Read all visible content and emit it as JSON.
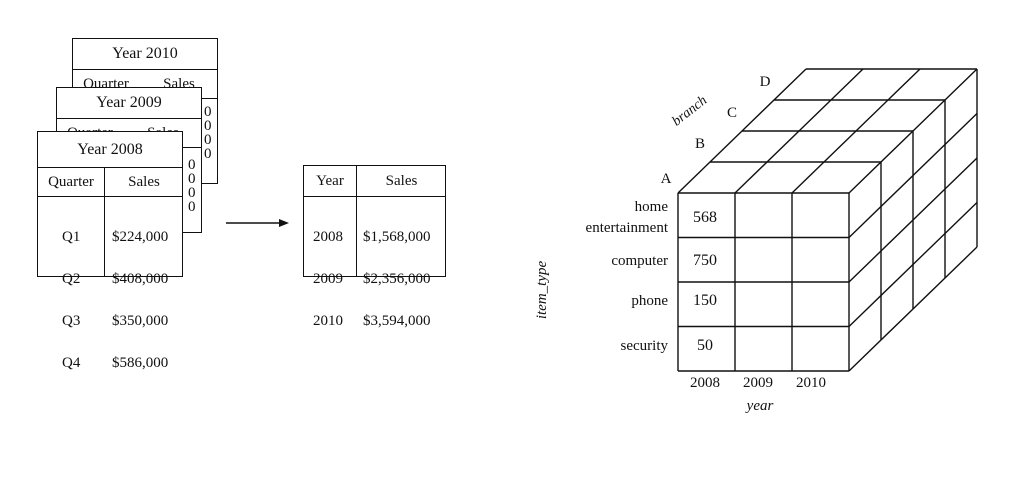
{
  "tables": {
    "t2010": {
      "title": "Year 2010",
      "headers": [
        "Quarter",
        "Sales"
      ],
      "peek": [
        "0",
        "0",
        "0",
        "0"
      ]
    },
    "t2009": {
      "title": "Year 2009",
      "headers": [
        "Quarter",
        "Sales"
      ],
      "peek": [
        "0",
        "0",
        "0",
        "0"
      ]
    },
    "t2008": {
      "title": "Year 2008",
      "headers": [
        "Quarter",
        "Sales"
      ],
      "quarters": [
        "Q1",
        "Q2",
        "Q3",
        "Q4"
      ],
      "sales": [
        "$224,000",
        "$408,000",
        "$350,000",
        "$586,000"
      ]
    }
  },
  "summary": {
    "headers": [
      "Year",
      "Sales"
    ],
    "years": [
      "2008",
      "2009",
      "2010"
    ],
    "sales": [
      "$1,568,000",
      "$2,356,000",
      "$3,594,000"
    ]
  },
  "cube": {
    "branch_label": "branch",
    "branches": [
      "A",
      "B",
      "C",
      "D"
    ],
    "item_type_label": "item_type",
    "item_types": [
      {
        "line1": "home",
        "line2": "entertainment"
      },
      {
        "line1": "computer",
        "line2": ""
      },
      {
        "line1": "phone",
        "line2": ""
      },
      {
        "line1": "security",
        "line2": ""
      }
    ],
    "values_2008": [
      "568",
      "750",
      "150",
      "50"
    ],
    "year_label": "year",
    "years": [
      "2008",
      "2009",
      "2010"
    ]
  }
}
